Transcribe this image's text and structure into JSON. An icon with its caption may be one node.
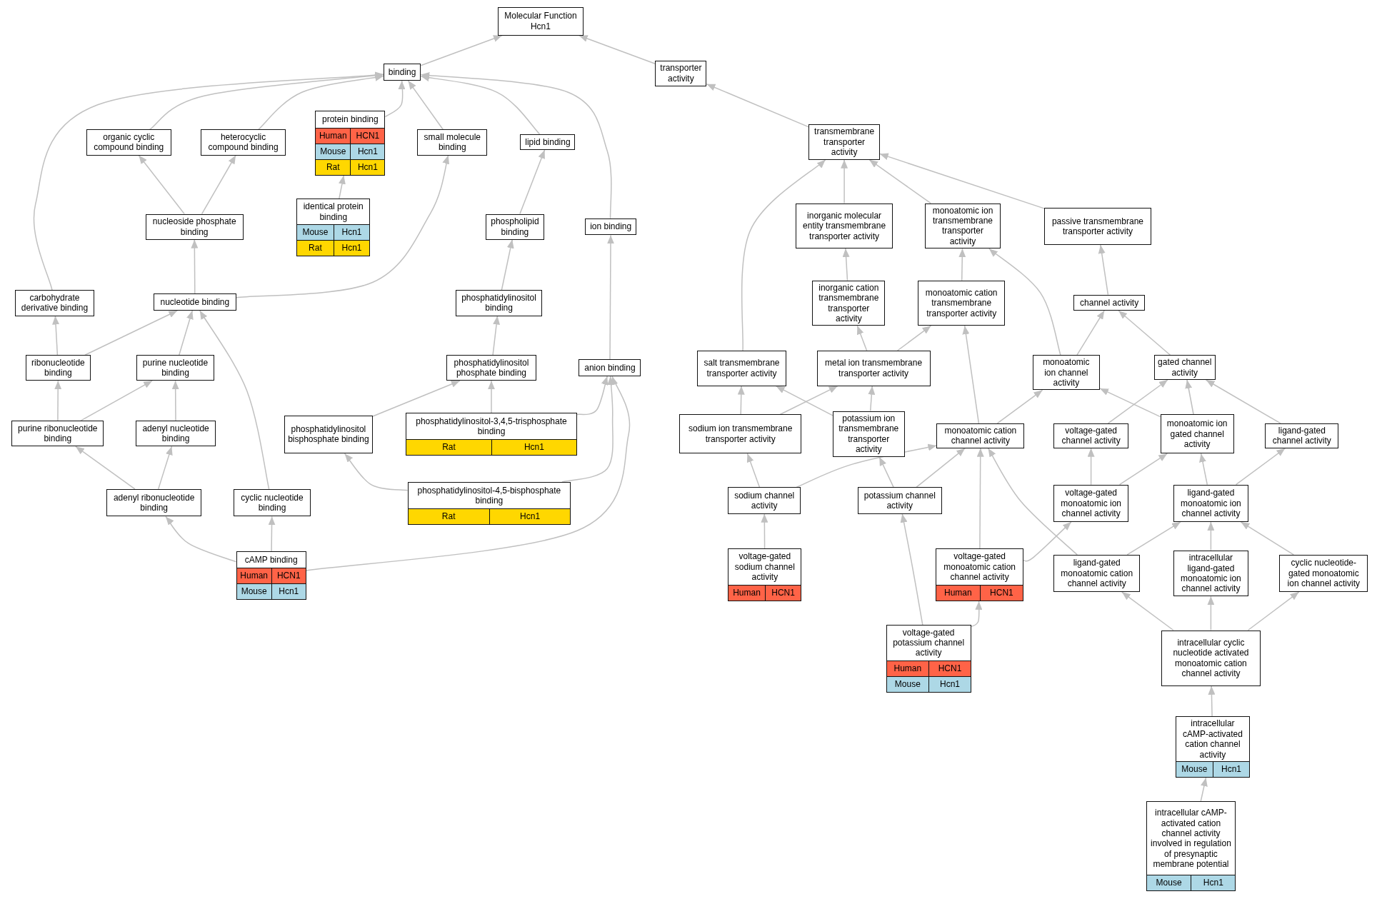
{
  "diagram": {
    "nodes": [
      {
        "text": [
          "Molecular Function Hcn1"
        ]
      },
      {
        "text": [
          "binding"
        ]
      },
      {
        "text": [
          "transporter activity"
        ]
      },
      {
        "text": [
          "organic cyclic compound binding"
        ]
      },
      {
        "text": [
          "heterocyclic compound binding"
        ]
      },
      {
        "text": [
          "protein binding"
        ]
      },
      {
        "text": [
          "small molecule binding"
        ]
      },
      {
        "text": [
          "lipid binding"
        ]
      },
      {
        "text": [
          "transmembrane transporter activity"
        ]
      },
      {
        "text": [
          "identical protein binding"
        ]
      },
      {
        "text": [
          "nucleoside phosphate binding"
        ]
      },
      {
        "text": [
          "phospholipid binding"
        ]
      },
      {
        "text": [
          "ion binding"
        ]
      },
      {
        "text": [
          "inorganic molecular entity transmembrane transporter activity"
        ]
      },
      {
        "text": [
          "monoatomic ion transmembrane transporter activity"
        ]
      },
      {
        "text": [
          "passive transmembrane transporter activity"
        ]
      },
      {
        "text": [
          "carbohydrate derivative binding"
        ]
      },
      {
        "text": [
          "nucleotide binding"
        ]
      },
      {
        "text": [
          "phosphatidylinositol binding"
        ]
      },
      {
        "text": [
          "inorganic cation transmembrane transporter activity"
        ]
      },
      {
        "text": [
          "monoatomic cation transmembrane transporter activity"
        ]
      },
      {
        "text": [
          "channel activity"
        ]
      },
      {
        "text": [
          "ribonucleotide binding"
        ]
      },
      {
        "text": [
          "purine nucleotide binding"
        ]
      },
      {
        "text": [
          "phosphatidylinositol phosphate binding"
        ]
      },
      {
        "text": [
          "anion binding"
        ]
      },
      {
        "text": [
          "salt transmembrane transporter activity"
        ]
      },
      {
        "text": [
          "metal ion transmembrane transporter activity"
        ]
      },
      {
        "text": [
          "monoatomic ion channel activity"
        ]
      },
      {
        "text": [
          "gated channel activity"
        ]
      },
      {
        "text": [
          "purine ribonucleotide binding"
        ]
      },
      {
        "text": [
          "adenyl nucleotide binding"
        ]
      },
      {
        "text": [
          "phosphatidylinositol bisphosphate binding"
        ]
      },
      {
        "text": [
          "phosphatidylinositol-3,4,5-trisphosphate binding"
        ]
      },
      {
        "text": [
          "sodium ion transmembrane transporter activity"
        ]
      },
      {
        "text": [
          "potassium ion transmembrane transporter activity"
        ]
      },
      {
        "text": [
          "monoatomic cation channel activity"
        ]
      },
      {
        "text": [
          "voltage-gated channel activity"
        ]
      },
      {
        "text": [
          "monoatomic ion gated channel activity"
        ]
      },
      {
        "text": [
          "ligand-gated channel activity"
        ]
      },
      {
        "text": [
          "adenyl ribonucleotide binding"
        ]
      },
      {
        "text": [
          "cyclic nucleotide binding"
        ]
      },
      {
        "text": [
          "phosphatidylinositol-4,5-bisphosphate binding"
        ]
      },
      {
        "text": [
          "sodium channel activity"
        ]
      },
      {
        "text": [
          "potassium channel activity"
        ]
      },
      {
        "text": [
          "voltage-gated monoatomic ion channel activity"
        ]
      },
      {
        "text": [
          "ligand-gated monoatomic ion channel activity"
        ]
      },
      {
        "text": [
          "cAMP binding"
        ]
      },
      {
        "text": [
          "voltage-gated sodium channel activity"
        ]
      },
      {
        "text": [
          "voltage-gated monoatomic cation channel activity"
        ]
      },
      {
        "text": [
          "ligand-gated monoatomic cation channel activity"
        ]
      },
      {
        "text": [
          "intracellular ligand-gated monoatomic ion channel activity"
        ]
      },
      {
        "text": [
          "cyclic nucleotide-gated monoatomic ion channel activity"
        ]
      },
      {
        "text": [
          "voltage-gated potassium channel activity"
        ]
      },
      {
        "text": [
          "intracellular cyclic nucleotide activated monoatomic cation channel activity"
        ]
      },
      {
        "text": [
          "intracellular cAMP-activated cation channel activity"
        ]
      },
      {
        "text": [
          "intracellular cAMP-activated cation channel activity involved in regulation of presynaptic membrane potential"
        ]
      },
      {
        "text": [
          "Human"
        ],
        "in": 5
      },
      {
        "text": [
          "HCN1"
        ],
        "in": 5
      },
      {
        "text": [
          "Mouse"
        ],
        "in": 5
      },
      {
        "text": [
          "Hcn1"
        ],
        "in": 5
      },
      {
        "text": [
          "Rat"
        ],
        "in": 5
      },
      {
        "text": [
          "Hcn1"
        ],
        "in": 5
      },
      {
        "text": [
          "Mouse"
        ],
        "in": 9
      },
      {
        "text": [
          "Hcn1"
        ],
        "in": 9
      },
      {
        "text": [
          "Rat"
        ],
        "in": 9
      },
      {
        "text": [
          "Hcn1"
        ],
        "in": 9
      },
      {
        "text": [
          "Rat"
        ],
        "in": 33
      },
      {
        "text": [
          "Hcn1"
        ],
        "in": 33
      },
      {
        "text": [
          "Rat"
        ],
        "in": 42
      },
      {
        "text": [
          "Hcn1"
        ],
        "in": 42
      },
      {
        "text": [
          "Human"
        ],
        "in": 47
      },
      {
        "text": [
          "HCN1"
        ],
        "in": 47
      },
      {
        "text": [
          "Mouse"
        ],
        "in": 47
      },
      {
        "text": [
          "Hcn1"
        ],
        "in": 47
      },
      {
        "text": [
          "Human"
        ],
        "in": 48
      },
      {
        "text": [
          "HCN1"
        ],
        "in": 48
      },
      {
        "text": [
          "Human"
        ],
        "in": 49
      },
      {
        "text": [
          "HCN1"
        ],
        "in": 49
      },
      {
        "text": [
          "Human"
        ],
        "in": 53
      },
      {
        "text": [
          "HCN1"
        ],
        "in": 53
      },
      {
        "text": [
          "Mouse"
        ],
        "in": 53
      },
      {
        "text": [
          "Hcn1"
        ],
        "in": 53
      },
      {
        "text": [
          "Mouse"
        ],
        "in": 55
      },
      {
        "text": [
          "Hcn1"
        ],
        "in": 55
      },
      {
        "text": [
          "Mouse"
        ],
        "in": 56
      },
      {
        "text": [
          "Hcn1"
        ],
        "in": 56
      }
    ],
    "edges": [
      {
        "from": 1,
        "to": 0,
        "arrow": "to"
      },
      {
        "from": 2,
        "to": 0,
        "arrow": "to"
      },
      {
        "from": 3,
        "to": 1,
        "arrow": "to"
      },
      {
        "from": 4,
        "to": 1,
        "arrow": "to"
      },
      {
        "from": 5,
        "to": 1,
        "arrow": "to"
      },
      {
        "from": 6,
        "to": 1,
        "arrow": "to"
      },
      {
        "from": 7,
        "to": 1,
        "arrow": "to"
      },
      {
        "from": 12,
        "to": 1,
        "arrow": "to"
      },
      {
        "from": 16,
        "to": 1,
        "arrow": "to"
      },
      {
        "from": 8,
        "to": 2,
        "arrow": "to"
      },
      {
        "from": 10,
        "to": 3,
        "arrow": "to"
      },
      {
        "from": 10,
        "to": 4,
        "arrow": "to"
      },
      {
        "from": 9,
        "to": 5,
        "arrow": "to"
      },
      {
        "from": 17,
        "to": 6,
        "arrow": "to"
      },
      {
        "from": 11,
        "to": 7,
        "arrow": "to"
      },
      {
        "from": 13,
        "to": 8,
        "arrow": "to"
      },
      {
        "from": 14,
        "to": 8,
        "arrow": "to"
      },
      {
        "from": 15,
        "to": 8,
        "arrow": "to"
      },
      {
        "from": 26,
        "to": 8,
        "arrow": "to"
      },
      {
        "from": 17,
        "to": 10,
        "arrow": "to"
      },
      {
        "from": 18,
        "to": 11,
        "arrow": "to"
      },
      {
        "from": 25,
        "to": 12,
        "arrow": "to"
      },
      {
        "from": 19,
        "to": 13,
        "arrow": "to"
      },
      {
        "from": 20,
        "to": 14,
        "arrow": "to"
      },
      {
        "from": 28,
        "to": 14,
        "arrow": "to"
      },
      {
        "from": 21,
        "to": 15,
        "arrow": "to"
      },
      {
        "from": 22,
        "to": 16,
        "arrow": "to"
      },
      {
        "from": 22,
        "to": 17,
        "arrow": "to"
      },
      {
        "from": 23,
        "to": 17,
        "arrow": "to"
      },
      {
        "from": 41,
        "to": 17,
        "arrow": "to"
      },
      {
        "from": 24,
        "to": 18,
        "arrow": "to"
      },
      {
        "from": 27,
        "to": 19,
        "arrow": "to"
      },
      {
        "from": 27,
        "to": 20,
        "arrow": "to"
      },
      {
        "from": 36,
        "to": 20,
        "arrow": "to"
      },
      {
        "from": 28,
        "to": 21,
        "arrow": "to"
      },
      {
        "from": 29,
        "to": 21,
        "arrow": "to"
      },
      {
        "from": 30,
        "to": 22,
        "arrow": "to"
      },
      {
        "from": 30,
        "to": 23,
        "arrow": "to"
      },
      {
        "from": 31,
        "to": 23,
        "arrow": "to"
      },
      {
        "from": 32,
        "to": 24,
        "arrow": "to"
      },
      {
        "from": 33,
        "to": 24,
        "arrow": "to"
      },
      {
        "from": 33,
        "to": 25,
        "arrow": "to"
      },
      {
        "from": 42,
        "to": 25,
        "arrow": "to"
      },
      {
        "from": 47,
        "to": 25,
        "arrow": "to"
      },
      {
        "from": 34,
        "to": 26,
        "arrow": "to"
      },
      {
        "from": 35,
        "to": 26,
        "arrow": "to"
      },
      {
        "from": 34,
        "to": 27,
        "arrow": "to"
      },
      {
        "from": 35,
        "to": 27,
        "arrow": "to"
      },
      {
        "from": 36,
        "to": 28,
        "arrow": "to"
      },
      {
        "from": 38,
        "to": 28,
        "arrow": "to"
      },
      {
        "from": 37,
        "to": 29,
        "arrow": "to"
      },
      {
        "from": 38,
        "to": 29,
        "arrow": "to"
      },
      {
        "from": 39,
        "to": 29,
        "arrow": "to"
      },
      {
        "from": 40,
        "to": 30,
        "arrow": "to"
      },
      {
        "from": 40,
        "to": 31,
        "arrow": "to"
      },
      {
        "from": 42,
        "to": 32,
        "arrow": "to"
      },
      {
        "from": 43,
        "to": 34,
        "arrow": "to"
      },
      {
        "from": 44,
        "to": 35,
        "arrow": "to"
      },
      {
        "from": 43,
        "to": 36,
        "arrow": "to"
      },
      {
        "from": 44,
        "to": 36,
        "arrow": "to"
      },
      {
        "from": 49,
        "to": 36,
        "arrow": "to"
      },
      {
        "from": 50,
        "to": 36,
        "arrow": "to"
      },
      {
        "from": 45,
        "to": 37,
        "arrow": "to"
      },
      {
        "from": 45,
        "to": 38,
        "arrow": "to"
      },
      {
        "from": 46,
        "to": 38,
        "arrow": "to"
      },
      {
        "from": 46,
        "to": 39,
        "arrow": "to"
      },
      {
        "from": 47,
        "to": 40,
        "arrow": "to"
      },
      {
        "from": 47,
        "to": 41,
        "arrow": "to"
      },
      {
        "from": 48,
        "to": 43,
        "arrow": "to"
      },
      {
        "from": 53,
        "to": 44,
        "arrow": "to"
      },
      {
        "from": 49,
        "to": 45,
        "arrow": "to"
      },
      {
        "from": 53,
        "to": 49,
        "arrow": "to"
      },
      {
        "from": 50,
        "to": 46,
        "arrow": "to"
      },
      {
        "from": 51,
        "to": 46,
        "arrow": "to"
      },
      {
        "from": 52,
        "to": 46,
        "arrow": "to"
      },
      {
        "from": 54,
        "to": 50,
        "arrow": "to"
      },
      {
        "from": 54,
        "to": 51,
        "arrow": "to"
      },
      {
        "from": 54,
        "to": 52,
        "arrow": "to"
      },
      {
        "from": 55,
        "to": 54,
        "arrow": "to"
      },
      {
        "from": 56,
        "to": 55,
        "arrow": "to"
      }
    ]
  }
}
